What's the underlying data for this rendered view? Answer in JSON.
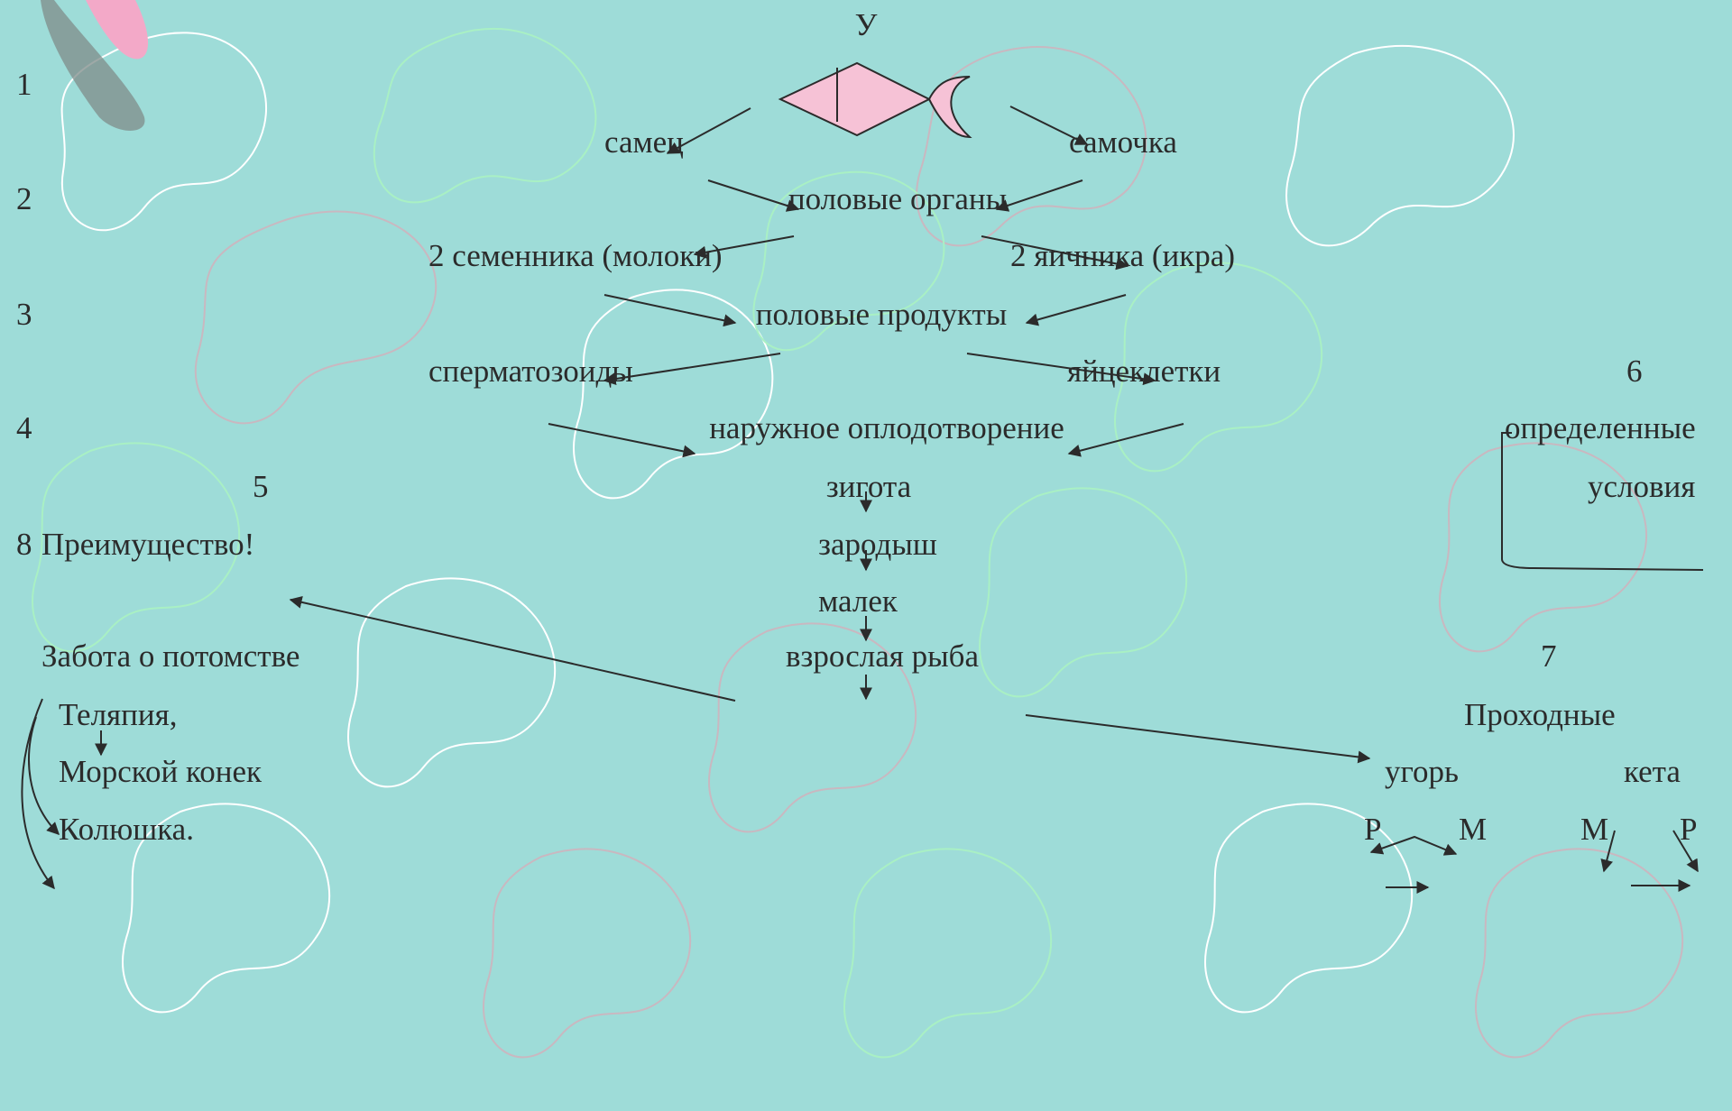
{
  "slide": {
    "top_letter": "У",
    "row_numbers": [
      "1",
      "2",
      "3",
      "4",
      "5",
      "6",
      "7",
      "8"
    ],
    "center": {
      "male": "самец",
      "female": "самочка",
      "sex_organs": "половые органы",
      "testes": "2 семенника (молоки)",
      "ovaries": "2 яичника (икра)",
      "sex_products": "половые продукты",
      "sperm": "сперматозоиды",
      "eggs": "яйцеклетки",
      "fertilization": "наружное оплодотворение",
      "zygote": "зигота",
      "embryo": "зародыш",
      "fry": "малек",
      "adult_fish": "взрослая рыба"
    },
    "left": {
      "advantage": "Преимущество!",
      "care": "Забота о потомстве",
      "examples": [
        "Теляпия,",
        "Морской конек",
        "Колюшка."
      ]
    },
    "right": {
      "conditions_line1": "определенные",
      "conditions_line2": "условия",
      "migratory": "Проходные",
      "eel": "угорь",
      "keta": "кета",
      "eel_r": "Р",
      "eel_m": "М",
      "keta_m": "М",
      "keta_r": "Р"
    },
    "colors": {
      "background": "#9edcd8",
      "fish_fill": "#f6c2d6",
      "arrow": "#2b2b2b"
    },
    "icons": [
      "fish-icon",
      "pink-leaf-decoration"
    ]
  }
}
